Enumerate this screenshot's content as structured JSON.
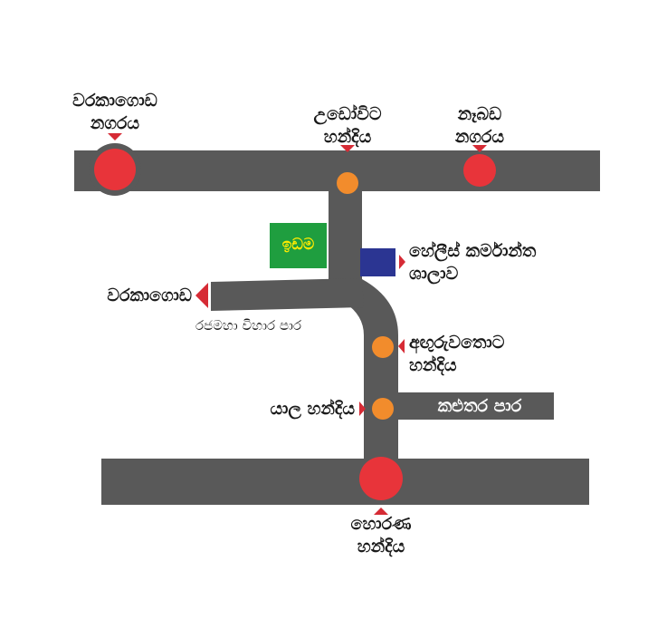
{
  "map": {
    "colors": {
      "road": "#595959",
      "city_marker": "#e8343a",
      "junction_marker": "#f28c2c",
      "land_plot": "#1f9e3f",
      "land_text": "#ffeb00",
      "factory": "#2b3592",
      "pointer": "#d62b35",
      "label_text": "#1a1a1a"
    },
    "labels": {
      "warakagoda_city": [
        "වරකාගොඩ",
        "නගරය"
      ],
      "udawita_junction": [
        "උඩෝවිට",
        "හන්දිය"
      ],
      "nebada_city": [
        "නෑබඩ",
        "නගරය"
      ],
      "land_plot": "ඉඩම",
      "hayleys_factory": [
        "හේලීස් කර්මාන්ත",
        "ශාලාව"
      ],
      "warakagoda_direction": "වරකාගොඩ",
      "rajamaha_vihara_road": "රජමහා විහාර පාර",
      "angurawatota_junction": [
        "අඟුරුවතොට",
        "හන්දිය"
      ],
      "yala_junction": "යාල හන්දිය",
      "kalutara_road": "කළුතර පාර",
      "horana_junction": [
        "හොරණ",
        "හන්දිය"
      ]
    }
  }
}
